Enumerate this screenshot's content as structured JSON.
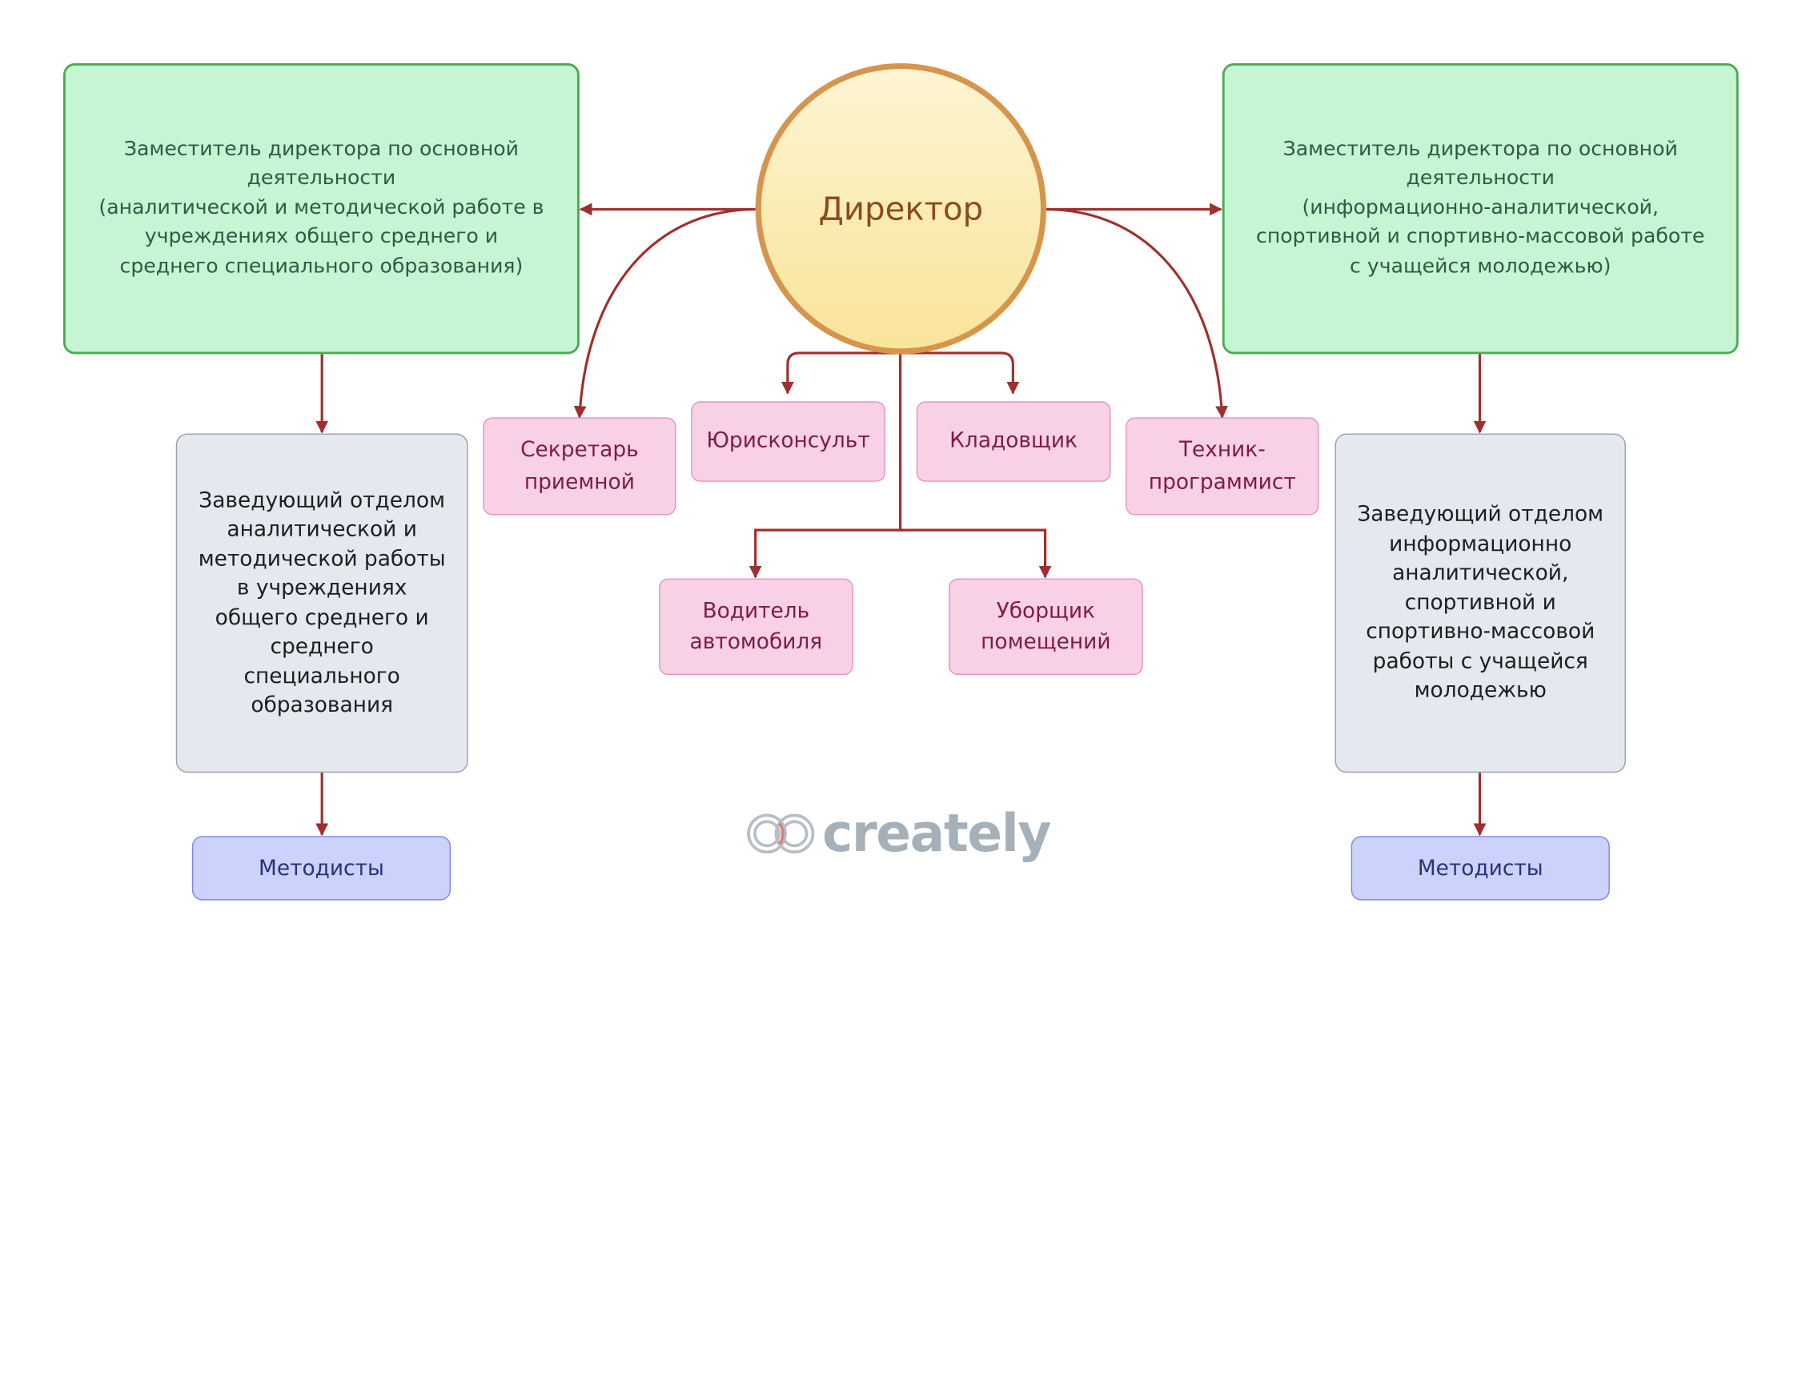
{
  "diagram": {
    "director": "Директор",
    "deputy_left": "Заместитель директора по основной\nдеятельности\n(аналитической и методической работе в учреждениях общего среднего и среднего специального образования)",
    "deputy_right": "Заместитель директора по основной\nдеятельности\n(информационно-аналитической, спортивной и спортивно-массовой работе с учащейся молодежью)",
    "head_left": "Заведующий отделом аналитической и методической работы в учреждениях общего среднего и среднего специального образования",
    "head_right": "Заведующий отделом информационно аналитической, спортивной и спортивно-массовой работы с учащейся молодежью",
    "methodists_left": "Методисты",
    "methodists_right": "Методисты",
    "secretary": "Секретарь\nприемной",
    "lawyer": "Юрисконсульт",
    "storekeeper": "Кладовщик",
    "technician": "Техник-\nпрограммист",
    "driver": "Водитель\nавтомобиля",
    "cleaner": "Уборщик\nпомещений"
  },
  "colors": {
    "connector": "#a12e2e",
    "deputy_fill": "#c5f5d2",
    "head_fill": "#e4e8ef",
    "staff_fill": "#f8d1e6",
    "methodists_fill": "#cbd2fc",
    "director_border": "#d6954d"
  },
  "watermark": "creately"
}
